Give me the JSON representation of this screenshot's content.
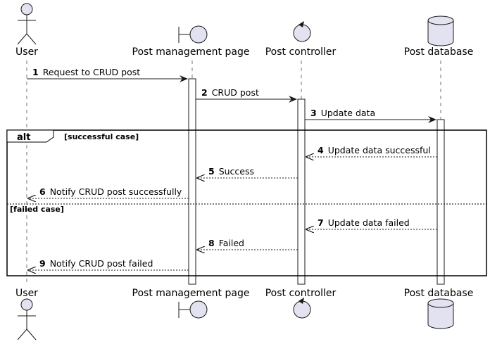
{
  "participants": [
    {
      "id": "user",
      "label": "User",
      "kind": "actor"
    },
    {
      "id": "page",
      "label": "Post management page",
      "kind": "boundary"
    },
    {
      "id": "controller",
      "label": "Post controller",
      "kind": "control"
    },
    {
      "id": "database",
      "label": "Post database",
      "kind": "database"
    }
  ],
  "messages": [
    {
      "num": "1",
      "text": "Request to CRUD post",
      "from": "user",
      "to": "page",
      "style": "sync"
    },
    {
      "num": "2",
      "text": "CRUD post",
      "from": "page",
      "to": "controller",
      "style": "sync"
    },
    {
      "num": "3",
      "text": "Update data",
      "from": "controller",
      "to": "database",
      "style": "sync"
    },
    {
      "num": "4",
      "text": "Update data successful",
      "from": "database",
      "to": "controller",
      "style": "reply"
    },
    {
      "num": "5",
      "text": "Success",
      "from": "controller",
      "to": "page",
      "style": "reply"
    },
    {
      "num": "6",
      "text": "Notify CRUD post successfully",
      "from": "page",
      "to": "user",
      "style": "reply"
    },
    {
      "num": "7",
      "text": "Update data failed",
      "from": "database",
      "to": "controller",
      "style": "reply"
    },
    {
      "num": "8",
      "text": "Failed",
      "from": "controller",
      "to": "page",
      "style": "reply"
    },
    {
      "num": "9",
      "text": "Notify CRUD post failed",
      "from": "page",
      "to": "user",
      "style": "reply"
    }
  ],
  "fragment": {
    "operator": "alt",
    "guards": [
      "[successful case]",
      "[failed case]"
    ]
  },
  "colors": {
    "participant_fill": "#e2e2f0",
    "line": "#181818",
    "lifeline": "#181818"
  }
}
